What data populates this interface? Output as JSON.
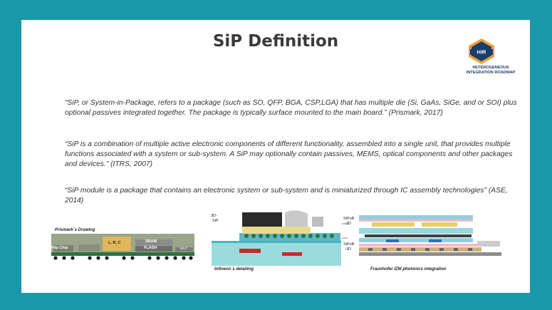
{
  "slide": {
    "title": "SiP Definition",
    "logo": {
      "badge": "HIR",
      "line1": "HETEROGENEOUS",
      "line2": "INTEGRATION ROADMAP"
    },
    "quotes": [
      "“SiP, or System-in-Package, refers to a package (such as SO, QFP, BGA, CSP,LGA) that has multiple die (Si, GaAs, SiGe, and or SOI) plus optional passives integrated together.  The package is typically surface mounted to the main board.” (Prismark, 2017)",
      "“SiP is a combination of multiple active electronic components of different functionality, assembled into a single unit, that provides multiple functions associated with a system or sub-system. A SiP may optionally contain passives, MEMS, optical components and other packages and devices.” (ITRS, 2007)",
      "“SiP module is a package that contains an electronic system or sub-system and is miniaturized through IC assembly technologies” (ASE, 2014)"
    ],
    "figures": {
      "prismark": {
        "caption": "Prismark`s Drawing",
        "labels": [
          "Flip Chip",
          "L, R, C",
          "SRAM",
          "FLASH",
          "WLP"
        ]
      },
      "infineon": {
        "caption": "Infineon`s detailing",
        "labels": [
          "3D-",
          "SiP",
          "SiPoB",
          "-3D",
          "SiPoB",
          "-3D"
        ]
      },
      "fraunhofer": {
        "caption": "Fraunhofer IZM photonics integration"
      }
    }
  }
}
